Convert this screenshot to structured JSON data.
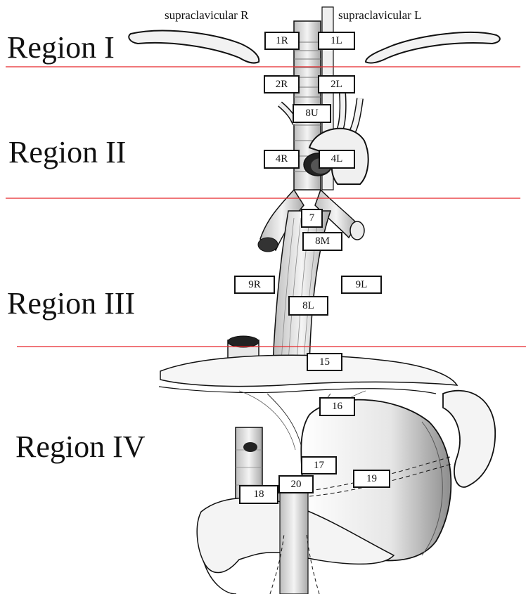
{
  "headers": {
    "right": "supraclavicular R",
    "left": "supraclavicular L"
  },
  "regions": [
    "Region I",
    "Region II",
    "Region III",
    "Region IV"
  ],
  "stations": {
    "s1R": "1R",
    "s1L": "1L",
    "s2R": "2R",
    "s2L": "2L",
    "s8U": "8U",
    "s4R": "4R",
    "s4L": "4L",
    "s7": "7",
    "s8M": "8M",
    "s9R": "9R",
    "s9L": "9L",
    "s8L": "8L",
    "s15": "15",
    "s16": "16",
    "s17": "17",
    "s19": "19",
    "s20": "20",
    "s18": "18"
  },
  "colors": {
    "divider": "#e8262a",
    "ink": "#111111",
    "shade": "#9a9a9a"
  }
}
